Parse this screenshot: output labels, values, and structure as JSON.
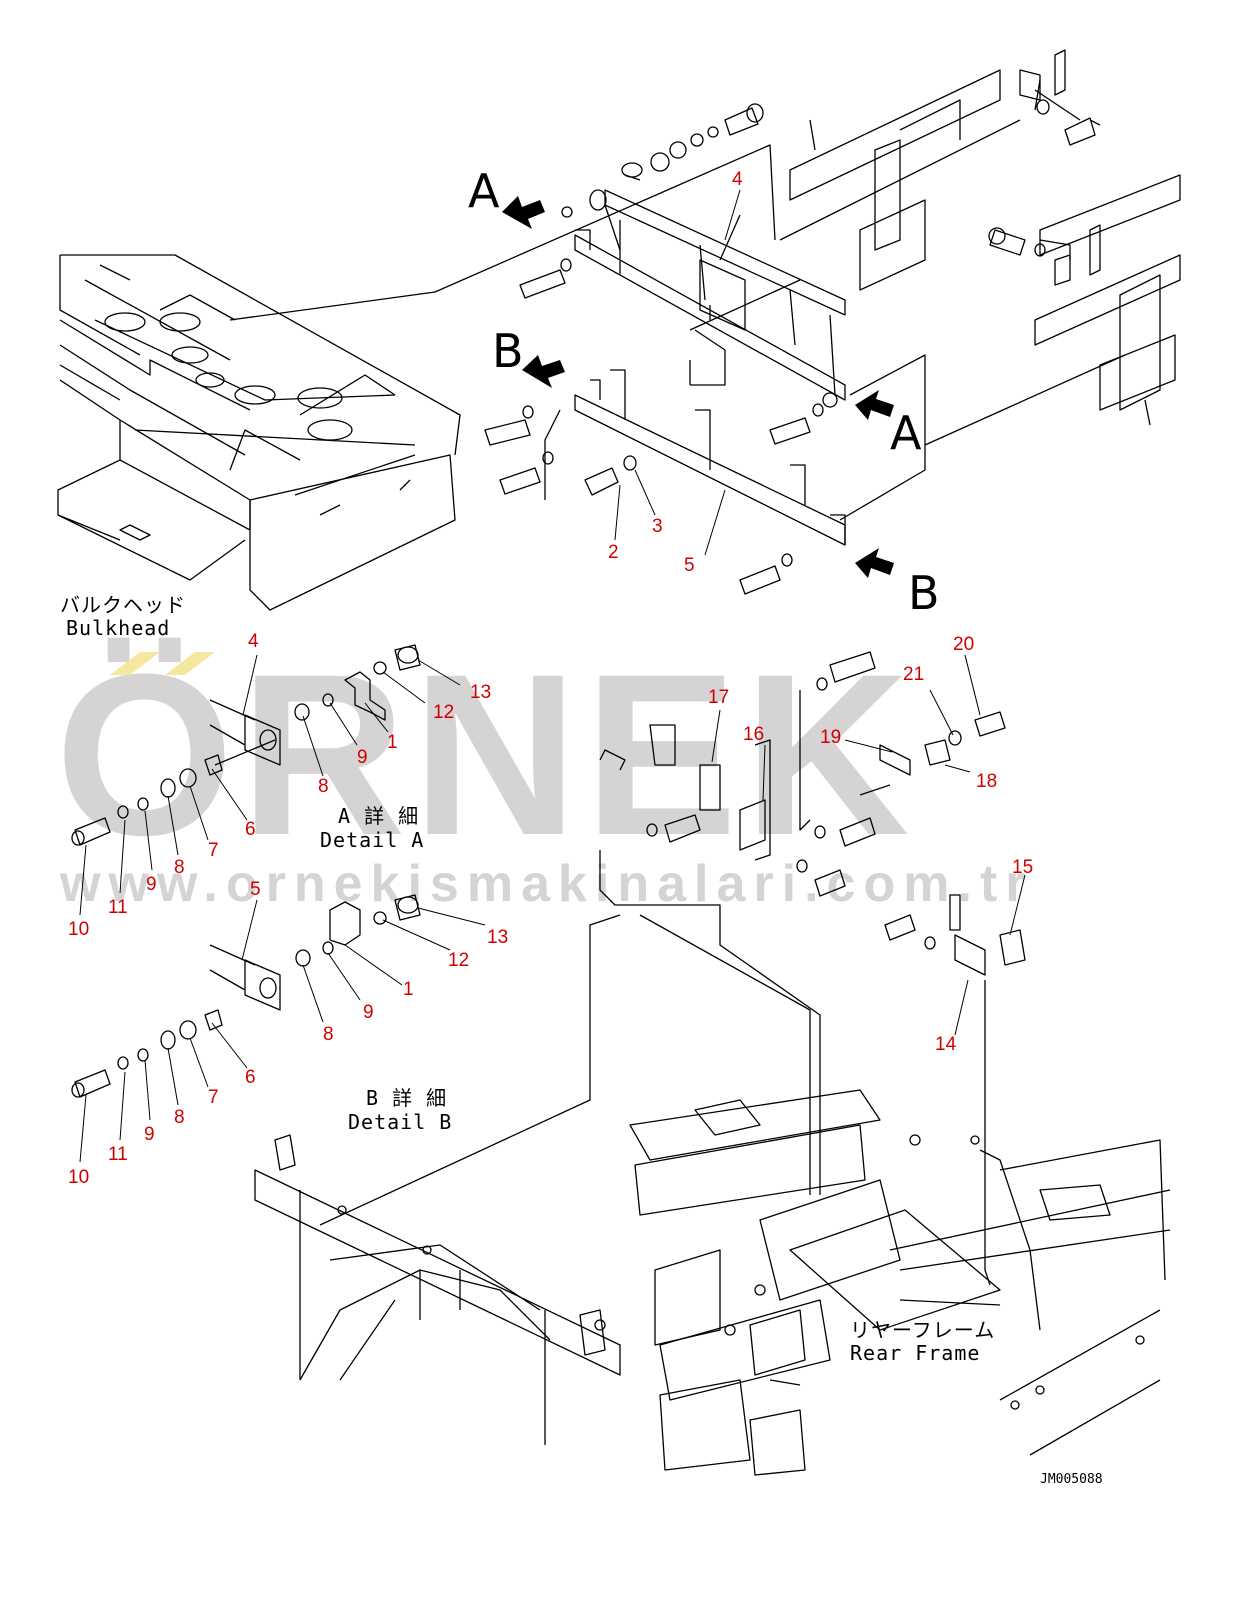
{
  "watermark": {
    "brand": "ÖRNEK",
    "url": "www.ornekismakinalari.com.tr",
    "color": "#d6d3d5",
    "accent": "#f5e6a0"
  },
  "view_labels": {
    "arrow_a_top": "A",
    "arrow_b_left": "B",
    "arrow_a_right": "A",
    "arrow_b_right": "B"
  },
  "captions": {
    "bulkhead_jp": "バルクヘッド",
    "bulkhead_en": "Bulkhead",
    "detail_a_jp": "A 詳 細",
    "detail_a_en": "Detail A",
    "detail_b_jp": "B 詳 細",
    "detail_b_en": "Detail B",
    "rear_frame_jp": "リヤーフレーム",
    "rear_frame_en": "Rear Frame"
  },
  "part_numbers": {
    "main_4": "4",
    "main_5": "5",
    "main_2": "2",
    "main_3": "3",
    "a_4": "4",
    "a_13": "13",
    "a_12": "12",
    "a_1": "1",
    "a_9": "9",
    "a_8": "8",
    "a_6": "6",
    "a_7": "7",
    "a_8b": "8",
    "a_9b": "9",
    "a_11": "11",
    "a_10": "10",
    "b_5": "5",
    "b_13": "13",
    "b_12": "12",
    "b_1": "1",
    "b_9": "9",
    "b_8": "8",
    "b_6": "6",
    "b_7": "7",
    "b_8b": "8",
    "b_9b": "9",
    "b_11": "11",
    "b_10": "10",
    "r_17": "17",
    "r_16": "16",
    "r_19": "19",
    "r_21": "21",
    "r_20": "20",
    "r_18": "18",
    "r_15": "15",
    "r_14": "14"
  },
  "drawing_number": "JM005088",
  "colors": {
    "line": "#000000",
    "part_number": "#d00000",
    "arrow_fill": "#000000"
  }
}
